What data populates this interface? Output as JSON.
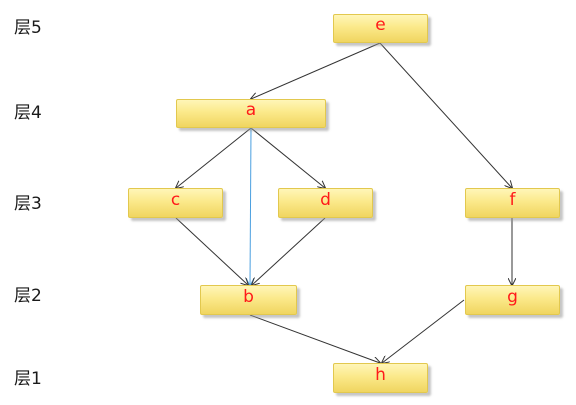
{
  "layers": [
    {
      "id": "L5",
      "label": "层5"
    },
    {
      "id": "L4",
      "label": "层4"
    },
    {
      "id": "L3",
      "label": "层3"
    },
    {
      "id": "L2",
      "label": "层2"
    },
    {
      "id": "L1",
      "label": "层1"
    }
  ],
  "nodes": [
    {
      "id": "e",
      "label": "e",
      "layer": 5
    },
    {
      "id": "a",
      "label": "a",
      "layer": 4
    },
    {
      "id": "c",
      "label": "c",
      "layer": 3
    },
    {
      "id": "d",
      "label": "d",
      "layer": 3
    },
    {
      "id": "f",
      "label": "f",
      "layer": 3
    },
    {
      "id": "b",
      "label": "b",
      "layer": 2
    },
    {
      "id": "g",
      "label": "g",
      "layer": 2
    },
    {
      "id": "h",
      "label": "h",
      "layer": 1
    }
  ],
  "edges": [
    {
      "from": "e",
      "to": "a",
      "color": "#333333"
    },
    {
      "from": "e",
      "to": "f",
      "color": "#333333"
    },
    {
      "from": "a",
      "to": "c",
      "color": "#333333"
    },
    {
      "from": "a",
      "to": "d",
      "color": "#333333"
    },
    {
      "from": "a",
      "to": "b",
      "color": "#4a9fe0"
    },
    {
      "from": "c",
      "to": "b",
      "color": "#333333"
    },
    {
      "from": "d",
      "to": "b",
      "color": "#333333"
    },
    {
      "from": "f",
      "to": "g",
      "color": "#333333"
    },
    {
      "from": "b",
      "to": "h",
      "color": "#333333"
    },
    {
      "from": "g",
      "to": "h",
      "color": "#333333"
    }
  ],
  "colors": {
    "node_text": "#ff1a1a",
    "node_fill": "#fbe98a",
    "edge": "#333333",
    "highlight_edge": "#4a9fe0"
  }
}
